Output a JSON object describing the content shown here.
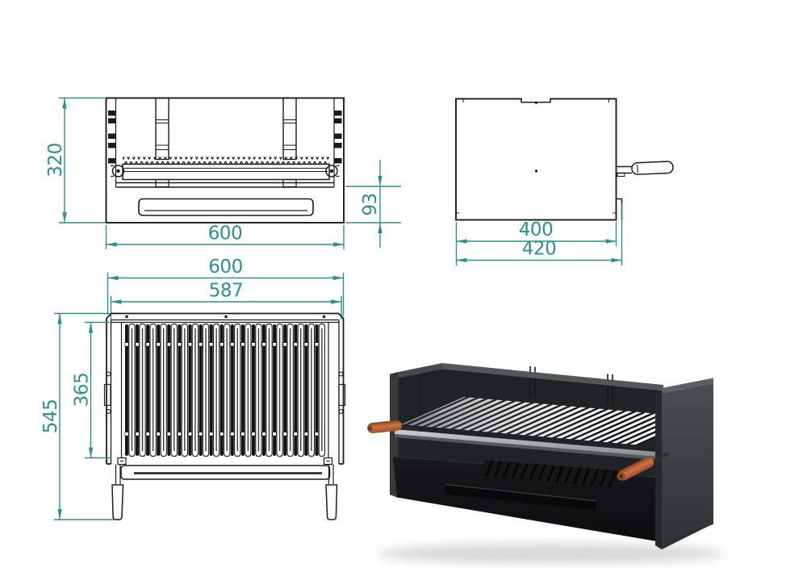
{
  "page": {
    "background": "#ffffff"
  },
  "style": {
    "dimension_color": "#2f8f8f",
    "line_color": "#1b1b1b",
    "body_color": "#17191c",
    "steel_color": "#f2f3f4",
    "wood_color": "#b15c31"
  },
  "views": {
    "front": {
      "dimensions": {
        "height": "320",
        "width": "600",
        "lower_height": "93"
      }
    },
    "side": {
      "dimensions": {
        "inner_depth": "400",
        "overall_depth": "420"
      }
    },
    "top": {
      "dimensions": {
        "overall_width": "600",
        "inner_width": "587",
        "grate_depth": "365",
        "overall_length": "545"
      }
    }
  }
}
